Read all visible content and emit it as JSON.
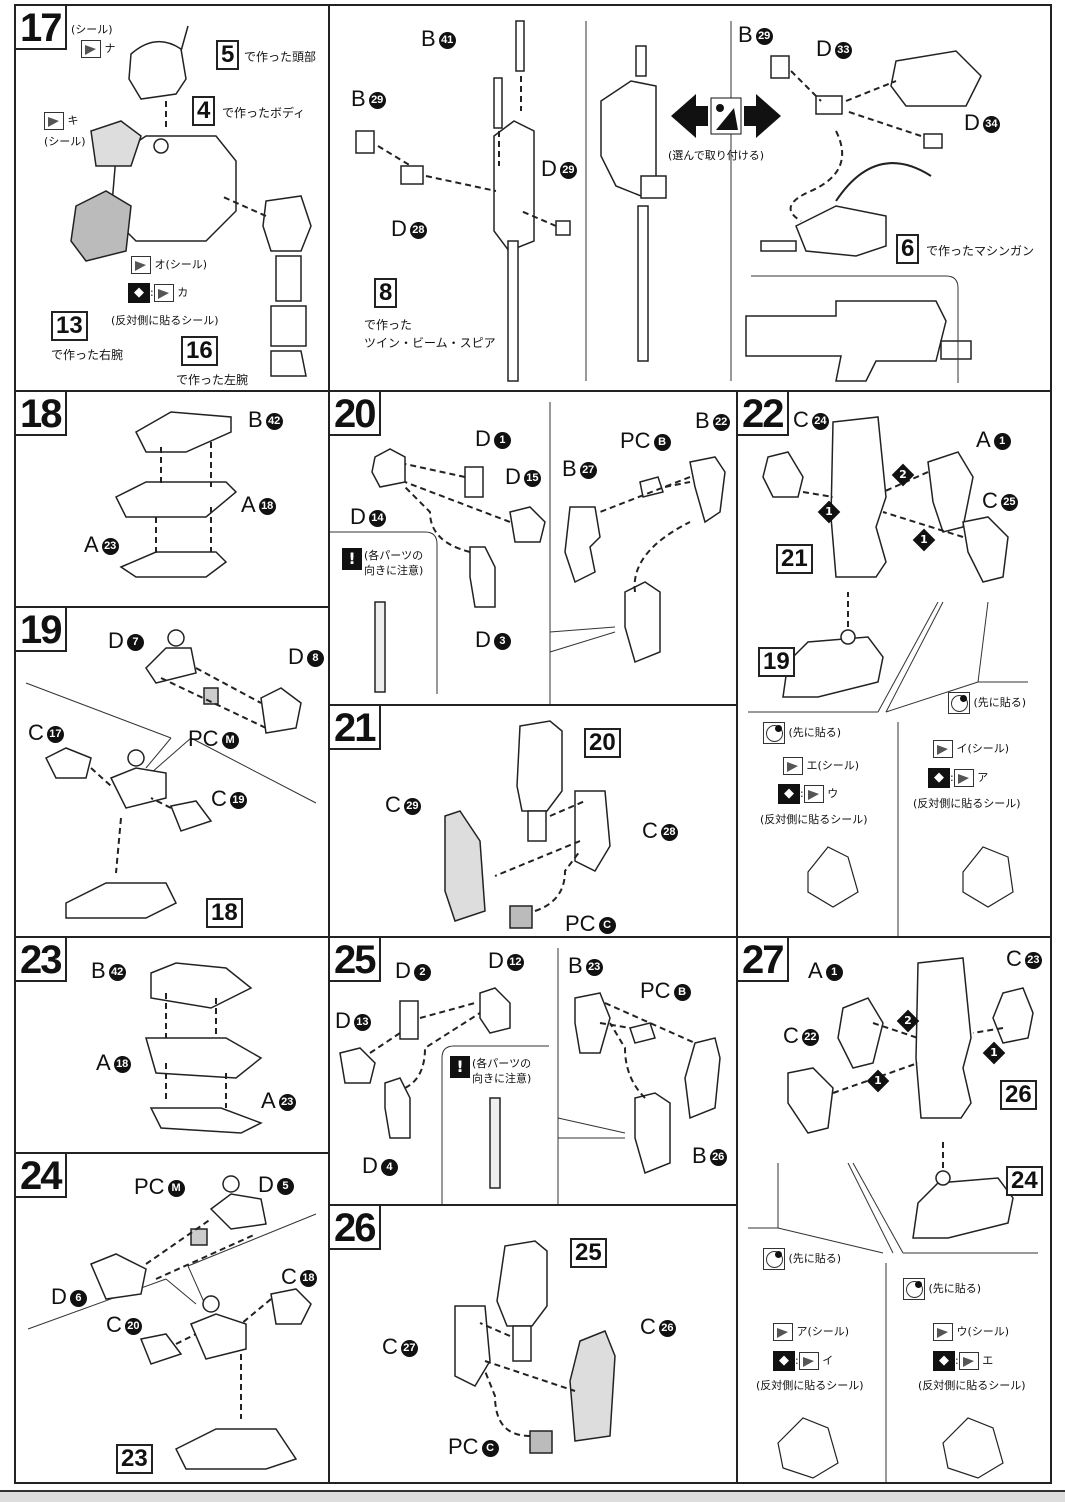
{
  "document": {
    "type": "model kit assembly instructions",
    "steps": {
      "s17": {
        "number": "17",
        "labels": {
          "seal_top": "(シール)",
          "seal_na": "ナ",
          "ref5": "5",
          "ref5_text": "で作った頭部",
          "ref4": "4",
          "ref4_text": "で作ったボディ",
          "seal_ki": "キ",
          "seal_ki_text": "(シール)",
          "seal_o": "オ",
          "seal_o_text": "(シール)",
          "mirror_sep": ":",
          "seal_ka": "カ",
          "mirror_text": "(反対側に貼るシール)",
          "ref13": "13",
          "ref13_text": "で作った右腕",
          "ref16": "16",
          "ref16_text": "で作った左腕"
        },
        "spear": {
          "b41_letter": "B",
          "b41_num": "41",
          "b29_letter": "B",
          "b29_num": "29",
          "d29_letter": "D",
          "d29_num": "29",
          "d28_letter": "D",
          "d28_num": "28",
          "ref8": "8",
          "ref8_text1": "で作った",
          "ref8_text2": "ツイン・ビーム・スピア"
        },
        "choose_text": "(選んで取り付ける)",
        "gun": {
          "b29_letter": "B",
          "b29_num": "29",
          "d33_letter": "D",
          "d33_num": "33",
          "d34_letter": "D",
          "d34_num": "34",
          "ref6": "6",
          "ref6_text": "で作ったマシンガン"
        }
      },
      "s18": {
        "number": "18",
        "parts": [
          {
            "letter": "B",
            "num": "42"
          },
          {
            "letter": "A",
            "num": "18"
          },
          {
            "letter": "A",
            "num": "23"
          }
        ]
      },
      "s19": {
        "number": "19",
        "parts": [
          {
            "letter": "D",
            "num": "7"
          },
          {
            "letter": "D",
            "num": "8"
          },
          {
            "letter": "PC",
            "num": "M"
          },
          {
            "letter": "C",
            "num": "17"
          },
          {
            "letter": "C",
            "num": "19"
          }
        ],
        "ref": "18"
      },
      "s20": {
        "number": "20",
        "parts": [
          {
            "letter": "D",
            "num": "1"
          },
          {
            "letter": "D",
            "num": "15"
          },
          {
            "letter": "D",
            "num": "14"
          },
          {
            "letter": "D",
            "num": "3"
          },
          {
            "letter": "B",
            "num": "27"
          },
          {
            "letter": "PC",
            "num": "B"
          },
          {
            "letter": "B",
            "num": "22"
          }
        ],
        "caution_line1": "(各パーツの",
        "caution_line2": "向きに注意)"
      },
      "s21": {
        "number": "21",
        "ref": "20",
        "parts": [
          {
            "letter": "C",
            "num": "29"
          },
          {
            "letter": "C",
            "num": "28"
          },
          {
            "letter": "PC",
            "num": "C"
          }
        ]
      },
      "s22": {
        "number": "22",
        "parts": [
          {
            "letter": "C",
            "num": "24"
          },
          {
            "letter": "A",
            "num": "1"
          },
          {
            "letter": "C",
            "num": "25"
          }
        ],
        "ref21": "21",
        "ref19": "19",
        "order1": "1",
        "order2": "2",
        "apply_first": "(先に貼る)",
        "left_note": {
          "seal": "エ",
          "seal_text": "(シール)",
          "mirror_seal": "ウ",
          "mirror_text": "(反対側に貼るシール)"
        },
        "right_note": {
          "seal": "イ",
          "seal_text": "(シール)",
          "mirror_seal": "ア",
          "mirror_text": "(反対側に貼るシール)"
        }
      },
      "s23": {
        "number": "23",
        "parts": [
          {
            "letter": "B",
            "num": "42"
          },
          {
            "letter": "A",
            "num": "18"
          },
          {
            "letter": "A",
            "num": "23"
          }
        ]
      },
      "s24": {
        "number": "24",
        "parts": [
          {
            "letter": "PC",
            "num": "M"
          },
          {
            "letter": "D",
            "num": "5"
          },
          {
            "letter": "D",
            "num": "6"
          },
          {
            "letter": "C",
            "num": "18"
          },
          {
            "letter": "C",
            "num": "20"
          }
        ],
        "ref": "23"
      },
      "s25": {
        "number": "25",
        "parts": [
          {
            "letter": "D",
            "num": "2"
          },
          {
            "letter": "D",
            "num": "12"
          },
          {
            "letter": "D",
            "num": "13"
          },
          {
            "letter": "D",
            "num": "4"
          },
          {
            "letter": "B",
            "num": "23"
          },
          {
            "letter": "PC",
            "num": "B"
          },
          {
            "letter": "B",
            "num": "26"
          }
        ],
        "caution_line1": "(各パーツの",
        "caution_line2": "向きに注意)"
      },
      "s26": {
        "number": "26",
        "ref": "25",
        "parts": [
          {
            "letter": "C",
            "num": "26"
          },
          {
            "letter": "C",
            "num": "27"
          },
          {
            "letter": "PC",
            "num": "C"
          }
        ]
      },
      "s27": {
        "number": "27",
        "parts": [
          {
            "letter": "A",
            "num": "1"
          },
          {
            "letter": "C",
            "num": "23"
          },
          {
            "letter": "C",
            "num": "22"
          }
        ],
        "ref26": "26",
        "ref24": "24",
        "order1": "1",
        "order2": "2",
        "apply_first": "(先に貼る)",
        "left_note": {
          "seal": "ア",
          "seal_text": "(シール)",
          "mirror_seal": "イ",
          "mirror_text": "(反対側に貼るシール)"
        },
        "right_note": {
          "seal": "ウ",
          "seal_text": "(シール)",
          "mirror_seal": "エ",
          "mirror_text": "(反対側に貼るシール)"
        }
      }
    }
  }
}
